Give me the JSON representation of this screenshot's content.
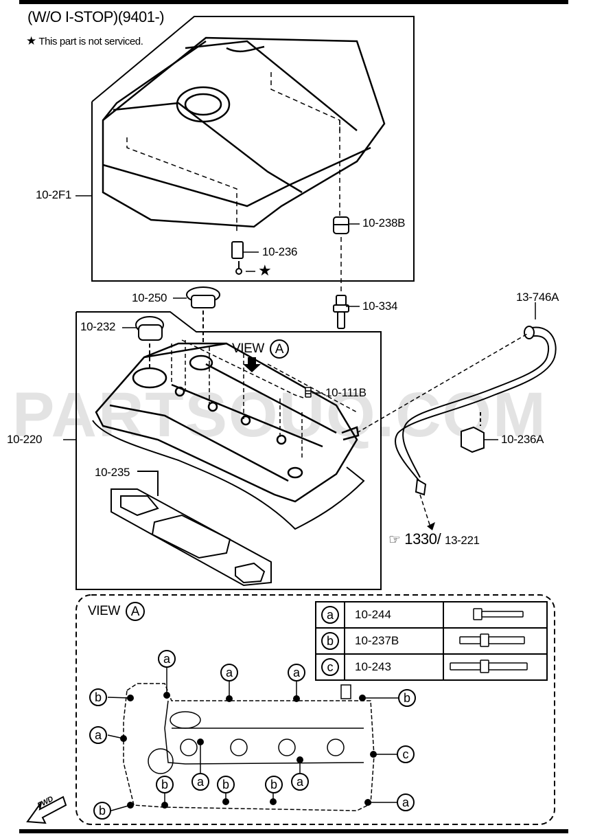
{
  "header": {
    "title": "(W/O I-STOP)(9401-)",
    "note": "This part is not serviced."
  },
  "watermark": "PARTSOUQ.COM",
  "parts": {
    "p10_2F1": "10-2F1",
    "p10_238B": "10-238B",
    "p10_236": "10-236",
    "p10_250": "10-250",
    "p10_334": "10-334",
    "p13_746A": "13-746A",
    "p10_232": "10-232",
    "p10_111B": "10-111B",
    "p10_220": "10-220",
    "p10_236A": "10-236A",
    "p10_235": "10-235"
  },
  "view_label": "VIEW",
  "view_letter": "A",
  "reference": {
    "main": "1330",
    "separator": "/",
    "sub": "13-221"
  },
  "bolt_table": [
    {
      "key": "a",
      "part": "10-244"
    },
    {
      "key": "b",
      "part": "10-237B"
    },
    {
      "key": "c",
      "part": "10-243"
    }
  ],
  "fwd_label": "FWD",
  "callouts": [
    {
      "letter": "a"
    },
    {
      "letter": "a"
    },
    {
      "letter": "a"
    },
    {
      "letter": "b"
    },
    {
      "letter": "b"
    },
    {
      "letter": "a"
    },
    {
      "letter": "c"
    },
    {
      "letter": "a"
    },
    {
      "letter": "b"
    },
    {
      "letter": "b"
    },
    {
      "letter": "a"
    },
    {
      "letter": "b"
    },
    {
      "letter": "a"
    },
    {
      "letter": "b"
    }
  ]
}
